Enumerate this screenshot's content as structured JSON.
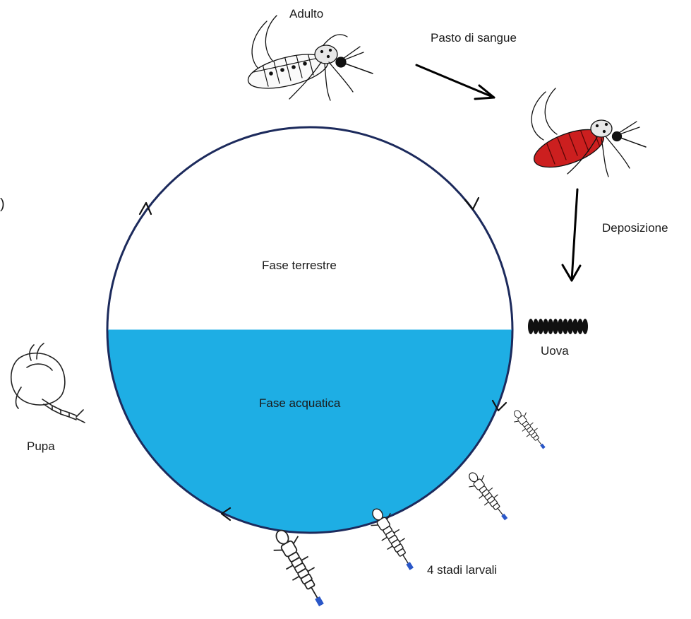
{
  "labels": {
    "adult": "Adulto",
    "blood_meal": "Pasto di sangue",
    "oviposition": "Deposizione",
    "eggs": "Uova",
    "terrestrial_phase": "Fase terrestre",
    "aquatic_phase": "Fase acquatica",
    "pupa": "Pupa",
    "larval_stages": "4 stadi larvali",
    "left_edge_fragment": ")"
  },
  "colors": {
    "water": "#1eaee4",
    "circle_outline": "#1c2a5c",
    "blood": "#cc1f1f",
    "ink": "#111111",
    "larva_siphon": "#2a57c8"
  },
  "icons": {
    "adult": "mosquito-icon",
    "fed_adult": "blood-fed-mosquito-icon",
    "eggs": "egg-raft-icon",
    "larvae": "larva-icon",
    "pupa": "pupa-icon"
  },
  "larval_stage_count": 4
}
